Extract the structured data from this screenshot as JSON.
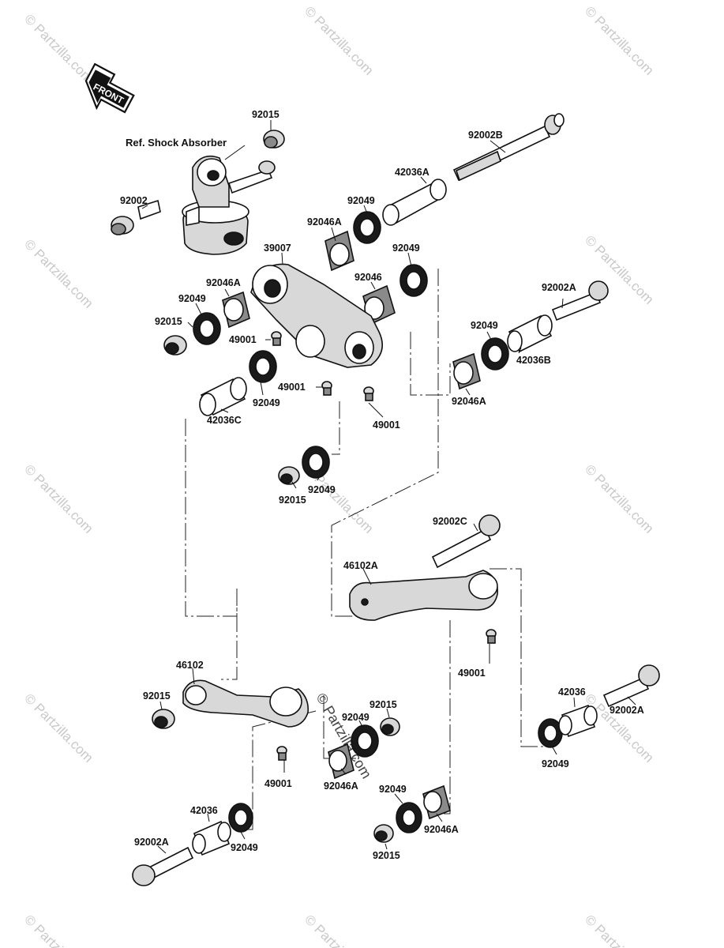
{
  "diagram": {
    "front_badge": "FRONT",
    "ref_label": "Ref. Shock Absorber",
    "watermark_text": "© Partzilla.com",
    "center_watermark": "© Partzilla.com",
    "labels": {
      "p92015_a": "92015",
      "p92002": "92002",
      "p92002B": "92002B",
      "p42036A": "42036A",
      "p92049_a": "92049",
      "p92046A_a": "92046A",
      "p39007": "39007",
      "p92049_b": "92049",
      "p92046": "92046",
      "p92046A_b": "92046A",
      "p92049_c": "92049",
      "p92015_b": "92015",
      "p49001_a": "49001",
      "p49001_b": "49001",
      "p49001_c": "49001",
      "p92049_d": "92049",
      "p42036C": "42036C",
      "p92049_e": "92049",
      "p92015_c": "92015",
      "p92002A_a": "92002A",
      "p92049_f": "92049",
      "p42036B": "42036B",
      "p92046A_c": "92046A",
      "p92002C": "92002C",
      "p46102A": "46102A",
      "p49001_d": "49001",
      "p46102": "46102",
      "p92015_d": "92015",
      "p92015_e": "92015",
      "p92049_g": "92049",
      "p49001_e": "49001",
      "p92046A_d": "92046A",
      "p42036_a": "42036",
      "p92002A_b": "92002A",
      "p92049_h": "92049",
      "p92049_i": "92049",
      "p92046A_e": "92046A",
      "p42036_b": "42036",
      "p92049_j": "92049",
      "p92002A_c": "92002A",
      "p92015_f": "92015"
    }
  }
}
